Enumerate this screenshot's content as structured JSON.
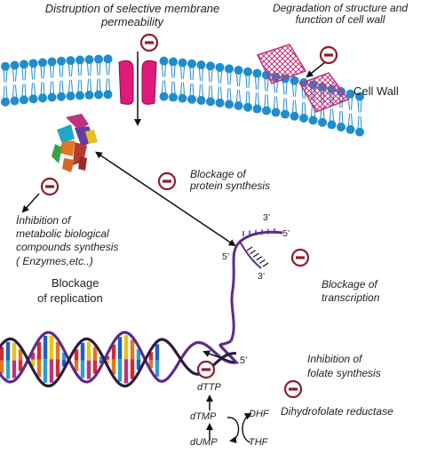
{
  "labels": {
    "membrane": "Distruption of selective membrane permeability",
    "cell_wall_degradation": "Degradation of structure and function of cell wall",
    "cell_wall": "Cell Wall",
    "protein_synthesis": "Blockage of protein synthesis",
    "metabolic_line1": "İnhibition of",
    "metabolic_line2": "metabolic biological",
    "metabolic_line3": "compounds synthesis",
    "metabolic_line4": "( Enzymes,etc..)",
    "replication_line1": "Blockage",
    "replication_line2": "of replication",
    "transcription_line1": "Blockage of",
    "transcription_line2": "transcription",
    "folate_line1": "Inhibition of",
    "folate_line2": "folate synthesis",
    "dihydrofolate": "Dihydrofolate reductase",
    "rna_3prime_top": "3’",
    "rna_5prime_right": "5’",
    "rna_5prime_left": "5’",
    "rna_3prime_bottom": "3’",
    "dna_5prime": "5’",
    "dttp": "dTTP",
    "dtmp": "dTMP",
    "dump": "dUMP",
    "dhf": "DHF",
    "thf": "THF"
  },
  "colors": {
    "phospholipid_head": "#1f8ccc",
    "channel": "#e0197a",
    "wall_block": "#c0307a",
    "dna_purple": "#5e2a8e",
    "dna_dark": "#2e1a3e",
    "inhibit_circle": "#8b1e2e"
  },
  "inhibit_symbols": 7
}
